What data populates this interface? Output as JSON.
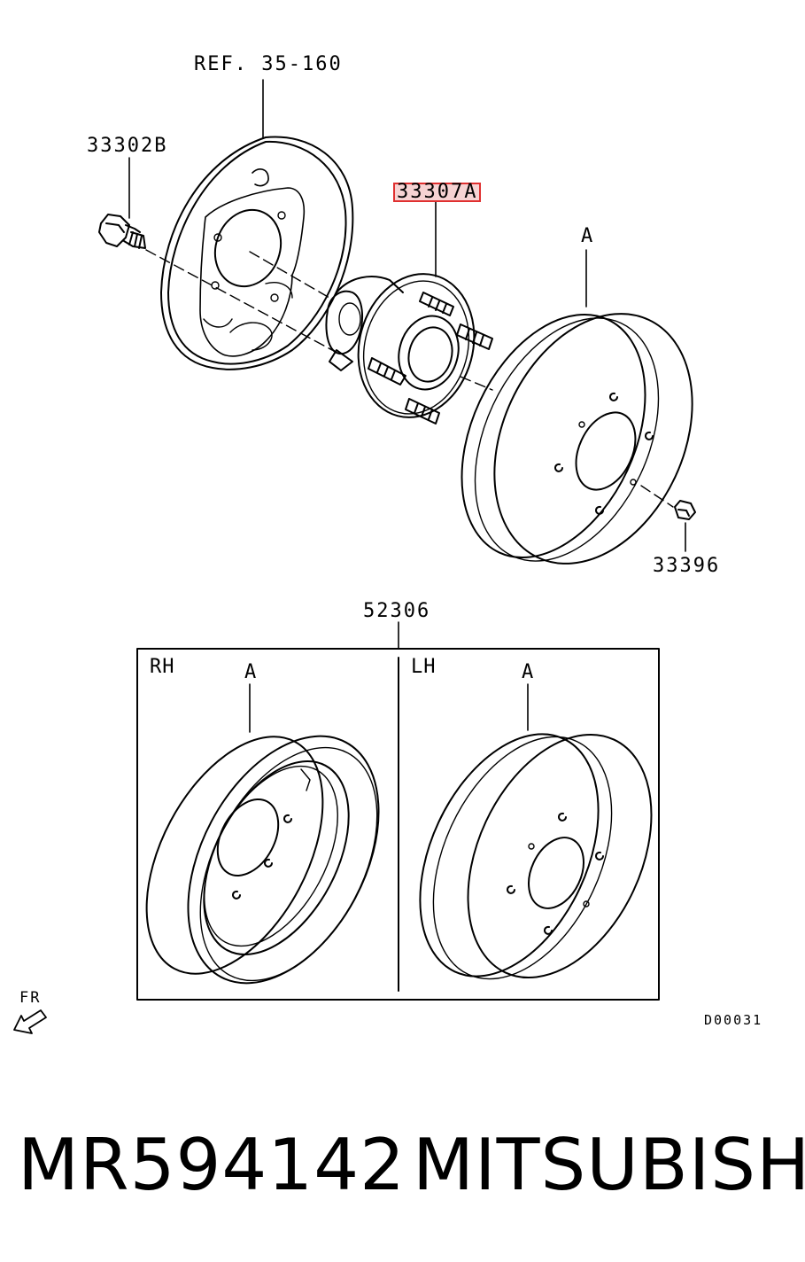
{
  "labels": {
    "ref": "REF. 35-160",
    "bolt": "33302B",
    "hub": "33307A",
    "drum_callout": "A",
    "screw": "33396",
    "assembly": "52306",
    "rh": "RH",
    "lh": "LH",
    "rh_callout": "A",
    "lh_callout": "A",
    "fr": "FR",
    "diagram_code": "D00031"
  },
  "footer": {
    "part_number": "MR594142",
    "brand": "MITSUBISHI"
  },
  "highlight": {
    "part": "33307A",
    "color": "#e03030"
  }
}
